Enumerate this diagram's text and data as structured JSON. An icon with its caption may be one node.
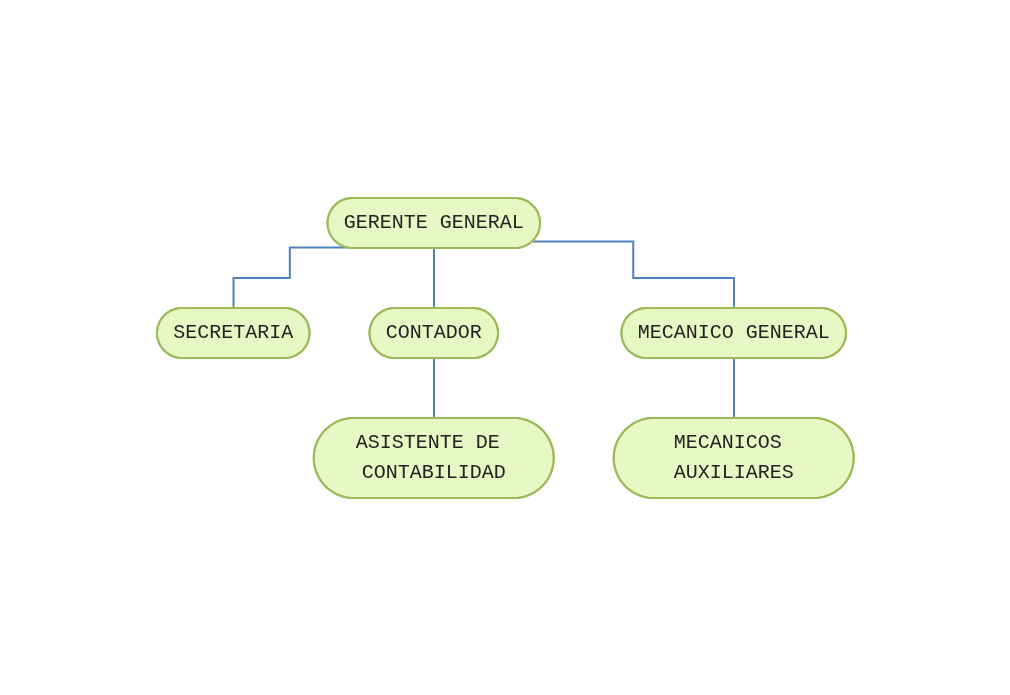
{
  "diagram": {
    "nodes": [
      {
        "text": [
          "GERENTE GENERAL"
        ]
      },
      {
        "text": [
          "SECRETARIA"
        ]
      },
      {
        "text": [
          "CONTADOR"
        ]
      },
      {
        "text": [
          "MECANICO GENERAL"
        ]
      },
      {
        "text": [
          "ASISTENTE DE CONTABILIDAD"
        ]
      },
      {
        "text": [
          "MECANICOS AUXILIARES"
        ]
      }
    ],
    "edges": [
      {
        "from": 0,
        "to": 1,
        "arrow": "none"
      },
      {
        "from": 0,
        "to": 2,
        "arrow": "none"
      },
      {
        "from": 0,
        "to": 3,
        "arrow": "none"
      },
      {
        "from": 2,
        "to": 4,
        "arrow": "none"
      },
      {
        "from": 3,
        "to": 5,
        "arrow": "none"
      }
    ]
  }
}
